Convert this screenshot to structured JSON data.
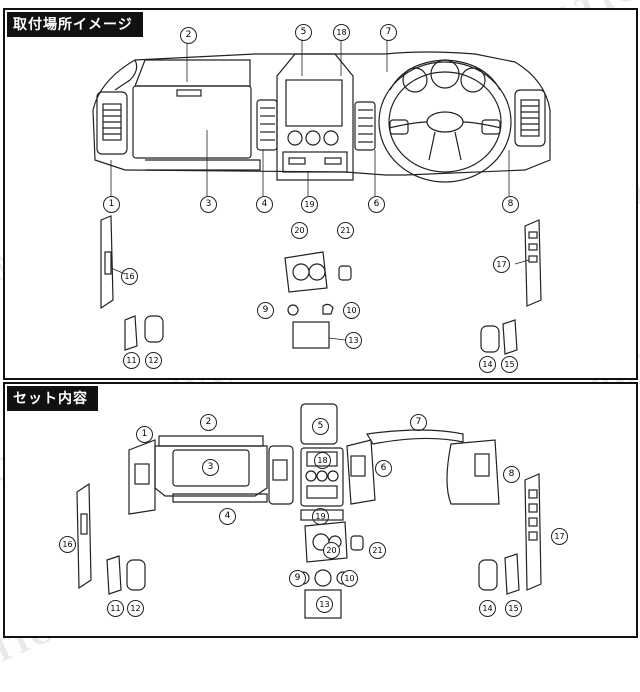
{
  "sections": {
    "install": {
      "title": "取付場所イメージ"
    },
    "contents": {
      "title": "セット内容"
    }
  },
  "watermark": {
    "text_1": "FUJICORPORATION/FUJICORPORATION/FUJICO",
    "text_2": "CORPORATION/FUJICORPORATION/FUJICORPORATION",
    "text_3": "RATION/FUJICORPORATION/FUJICORPORATION"
  },
  "part_numbers": [
    "1",
    "2",
    "3",
    "4",
    "5",
    "6",
    "7",
    "8",
    "9",
    "10",
    "11",
    "12",
    "13",
    "14",
    "15",
    "16",
    "17",
    "18",
    "19",
    "20",
    "21"
  ],
  "colors": {
    "frame": "#111111",
    "header_bg": "#111111",
    "header_text": "#ffffff",
    "line": "#222222"
  }
}
